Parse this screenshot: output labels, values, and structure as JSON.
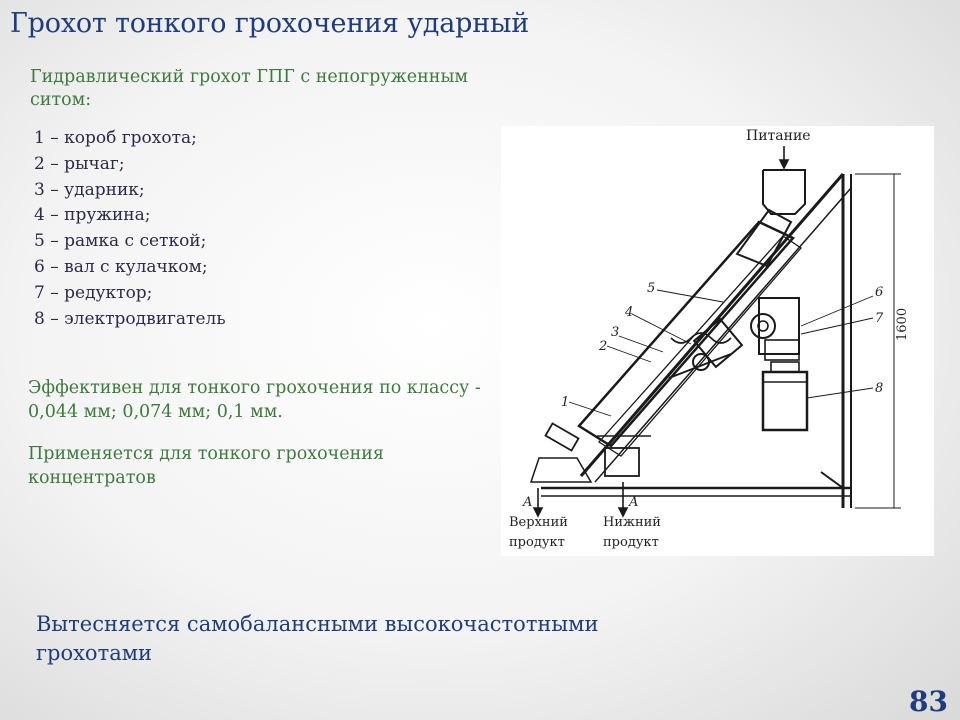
{
  "slide": {
    "title": "Грохот тонкого грохочения ударный",
    "subtitle": "Гидравлический грохот ГПГ с непогруженным ситом:",
    "legend": [
      "1 – короб грохота;",
      "2 – рычаг;",
      "3 – ударник;",
      "4 – пружина;",
      "5 – рамка с сеткой;",
      "6 – вал с кулачком;",
      "7 – редуктор;",
      "8 – электродвигатель"
    ],
    "note_efficiency": "Эффективен для тонкого грохочения по классу - 0,044 мм; 0,074 мм; 0,1 мм.",
    "note_application": "Применяется для тонкого грохочения концентратов",
    "bottom_text": "Вытесняется самобалансными высокочастотными грохотами",
    "page_number": "83"
  },
  "figure": {
    "feed_label": "Питание",
    "dimension_label": "1600",
    "upper_product_label": [
      "Верхний",
      "продукт"
    ],
    "lower_product_label": [
      "Нижний",
      "продукт"
    ],
    "section_mark": "A",
    "part_numbers": [
      "1",
      "2",
      "3",
      "4",
      "5",
      "6",
      "7",
      "8"
    ]
  }
}
